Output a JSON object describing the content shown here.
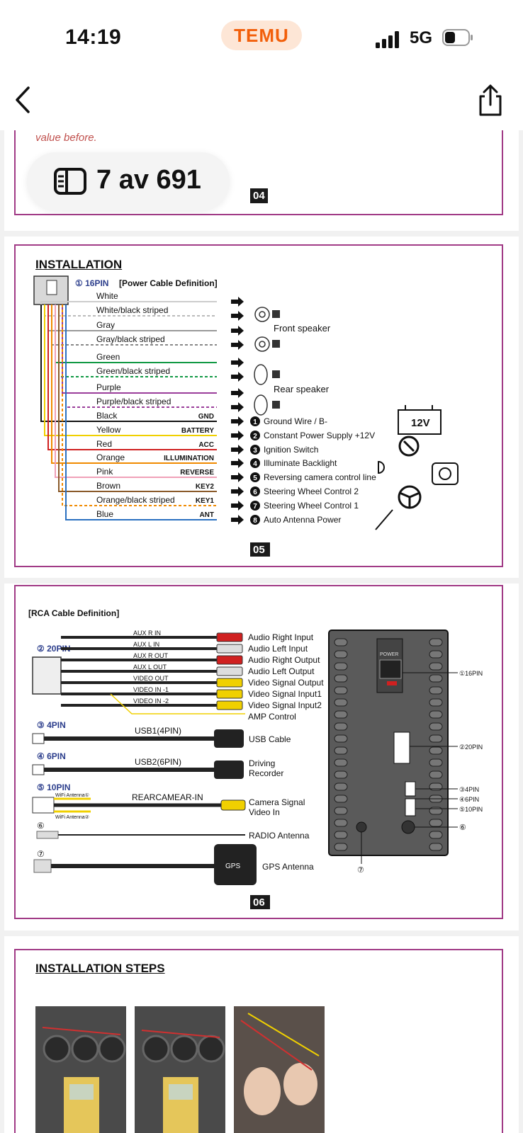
{
  "status": {
    "time": "14:19",
    "app_badge": "TEMU",
    "network": "5G"
  },
  "nav": {
    "back_icon": "chevron-left-icon",
    "share_icon": "share-icon"
  },
  "counter": {
    "label": "7 av 691",
    "icon": "gallery-icon"
  },
  "page4": {
    "note": "value before.",
    "page_number": "04"
  },
  "page5": {
    "title": "INSTALLATION",
    "connector": "① 16PIN",
    "connector_desc": "[Power Cable Definition]",
    "page_number": "05",
    "wires": [
      {
        "label": "White",
        "tag": "",
        "color": "#cccccc"
      },
      {
        "label": "White/black striped",
        "tag": "",
        "color": "#bbbbbb"
      },
      {
        "label": "Gray",
        "tag": "",
        "color": "#999999"
      },
      {
        "label": "Gray/black striped",
        "tag": "",
        "color": "#888888"
      },
      {
        "label": "Green",
        "tag": "",
        "color": "#119944"
      },
      {
        "label": "Green/black striped",
        "tag": "",
        "color": "#119944"
      },
      {
        "label": "Purple",
        "tag": "",
        "color": "#9a3d9a"
      },
      {
        "label": "Purple/black striped",
        "tag": "",
        "color": "#9a3d9a"
      },
      {
        "label": "Black",
        "tag": "GND",
        "color": "#111111"
      },
      {
        "label": "Yellow",
        "tag": "BATTERY",
        "color": "#f0d000"
      },
      {
        "label": "Red",
        "tag": "ACC",
        "color": "#d02020"
      },
      {
        "label": "Orange",
        "tag": "ILLUMINATION",
        "color": "#f08a00"
      },
      {
        "label": "Pink",
        "tag": "REVERSE",
        "color": "#f0a0b8"
      },
      {
        "label": "Brown",
        "tag": "KEY2",
        "color": "#8a5a2a"
      },
      {
        "label": "Orange/black striped",
        "tag": "KEY1",
        "color": "#f08a00"
      },
      {
        "label": "Blue",
        "tag": "ANT",
        "color": "#2a70c0"
      }
    ],
    "front_speaker": "Front speaker",
    "rear_speaker": "Rear speaker",
    "battery_label": "12V",
    "functions": [
      "Ground Wire / B-",
      "Constant Power Supply +12V",
      "Ignition Switch",
      "Illuminate Backlight",
      "Reversing camera control line",
      "Steering Wheel Control 2",
      "Steering Wheel Control 1",
      "Auto  Antenna Power"
    ],
    "function_numbers": [
      "1",
      "2",
      "3",
      "4",
      "5",
      "6",
      "7",
      "8"
    ]
  },
  "page6": {
    "title": "[RCA Cable Definition]",
    "page_number": "06",
    "pin20": "② 20PIN",
    "rca_tags": [
      "AUX R IN",
      "AUX L IN",
      "AUX R OUT",
      "AUX L OUT",
      "VIDEO OUT",
      "VIDEO IN -1",
      "VIDEO IN -2"
    ],
    "rca_labels": [
      "Audio Right Input",
      "Audio Left Input",
      "Audio Right Output",
      "Audio Left Output",
      "Video Signal Output",
      "Video Signal Input1",
      "Video Signal Input2",
      "AMP Control"
    ],
    "pin4": "③ 4PIN",
    "usb1_tag": "USB1(4PIN)",
    "usb1_label": "USB Cable",
    "pin6": "④ 6PIN",
    "usb2_tag": "USB2(6PIN)",
    "usb2_label_1": "Driving",
    "usb2_label_2": "Recorder",
    "pin10": "⑤ 10PIN",
    "wifi1": "WiFi Antenna①",
    "wifi2": "WiFi Antenna②",
    "cam_tag": "REARCAMEAR-IN",
    "cam_label_1": "Camera Signal",
    "cam_label_2": "Video In",
    "radio_num": "⑥",
    "radio_label": "RADIO Antenna",
    "gps_num": "⑦",
    "gps_label": "GPS Antenna",
    "gps_chip": "GPS",
    "unit_power": "POWER",
    "unit_labels": [
      "①16PIN",
      "②20PIN",
      "③4PIN",
      "④6PIN",
      "⑤10PIN",
      "⑥",
      "⑦"
    ]
  },
  "page7": {
    "title": "INSTALLATION STEPS"
  }
}
